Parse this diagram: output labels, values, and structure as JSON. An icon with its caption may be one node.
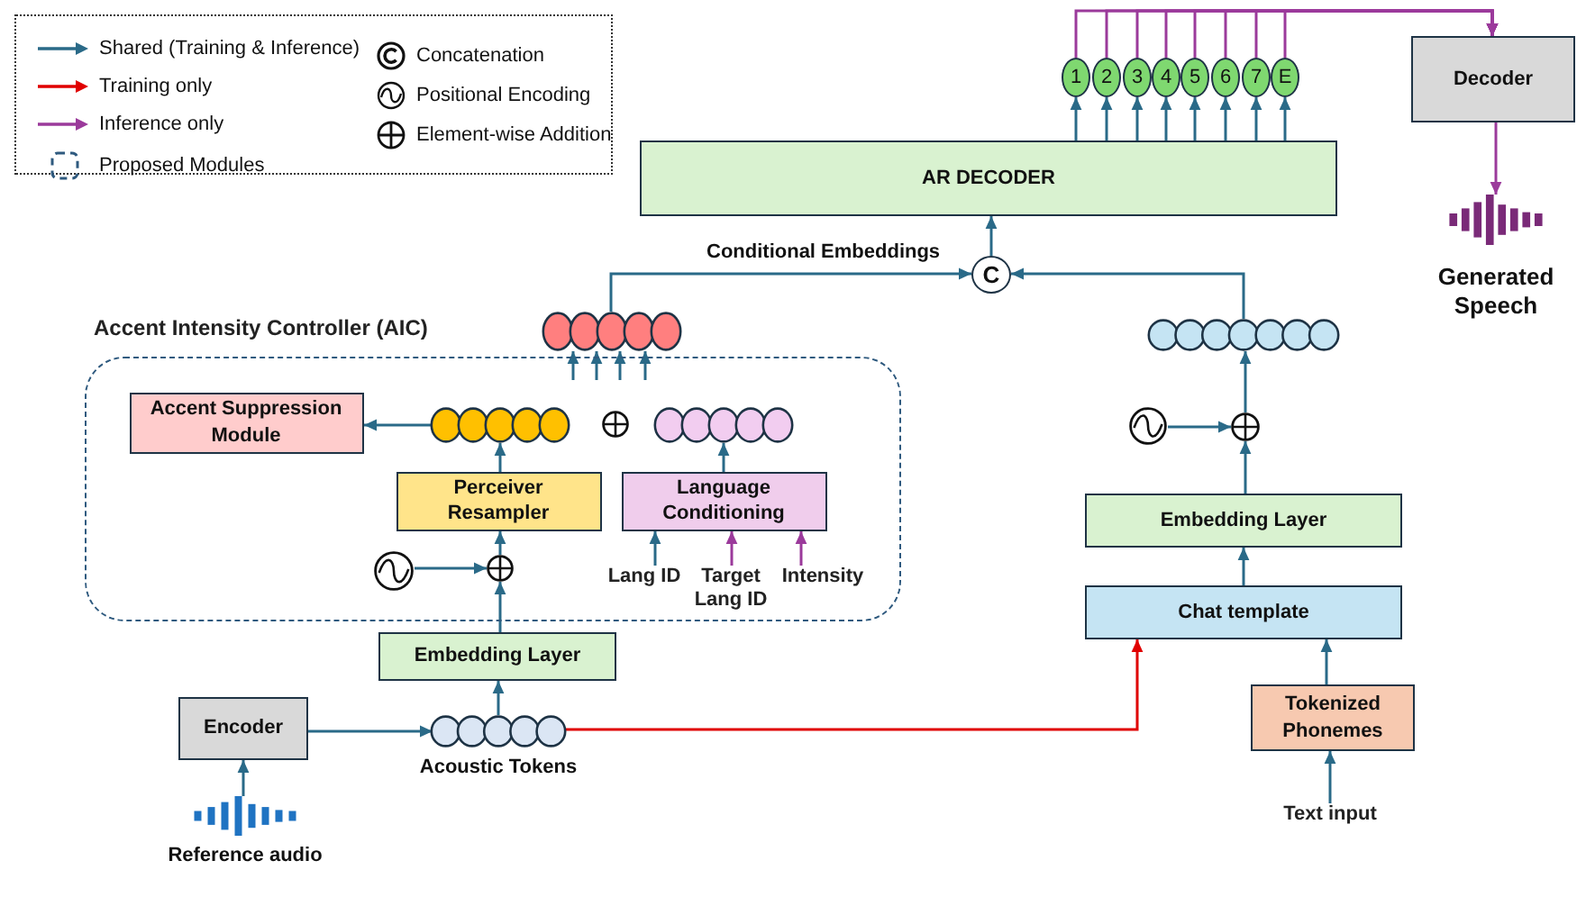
{
  "diagram": {
    "nodes": [
      {
        "text": [
          "AR DECODER"
        ]
      },
      {
        "text": [
          "1"
        ]
      },
      {
        "text": [
          "2"
        ]
      },
      {
        "text": [
          "3"
        ]
      },
      {
        "text": [
          "4"
        ]
      },
      {
        "text": [
          "5"
        ]
      },
      {
        "text": [
          "6"
        ]
      },
      {
        "text": [
          "7"
        ]
      },
      {
        "text": [
          "E"
        ]
      },
      {
        "text": [
          "Decoder"
        ]
      },
      {
        "text": [
          "Generated Speech"
        ]
      },
      {
        "text": [
          "C"
        ]
      },
      {
        "text": [],
        "shape": "ellipse"
      },
      {
        "text": [
          "Accent Intensity Controller (AIC)"
        ]
      },
      {
        "text": [
          "Accent Suppression Module"
        ],
        "in": 13
      },
      {
        "text": [],
        "shape": "ellipse",
        "in": 13
      },
      {
        "text": [],
        "shape": "circle",
        "in": 13
      },
      {
        "text": [],
        "shape": "ellipse",
        "in": 13
      },
      {
        "text": [
          "Perceiver Resampler"
        ],
        "in": 13
      },
      {
        "text": [
          "Language Conditioning"
        ],
        "in": 13
      },
      {
        "text": [],
        "shape": "circle",
        "in": 13
      },
      {
        "text": [],
        "shape": "circle",
        "in": 13
      },
      {
        "text": [
          "Lang ID"
        ],
        "in": 13
      },
      {
        "text": [
          "Target Lang ID"
        ],
        "in": 13
      },
      {
        "text": [
          "Intensity"
        ],
        "in": 13
      },
      {
        "text": [
          "Embedding Layer"
        ]
      },
      {
        "text": [
          "Encoder"
        ]
      },
      {
        "text": [],
        "shape": "ellipse",
        "beside": [
          "Acoustic Tokens"
        ]
      },
      {
        "text": [
          "Reference audio"
        ]
      },
      {
        "text": [],
        "shape": "ellipse"
      },
      {
        "text": [],
        "shape": "circle"
      },
      {
        "text": [],
        "shape": "circle"
      },
      {
        "text": [
          "Embedding Layer"
        ]
      },
      {
        "text": [
          "Chat template"
        ]
      },
      {
        "text": [
          "Tokenized Phonemes"
        ]
      },
      {
        "text": [
          "Text input"
        ]
      }
    ],
    "edges": [
      {
        "from": 0,
        "to": 1,
        "arrow": "to"
      },
      {
        "from": 0,
        "to": 2,
        "arrow": "to"
      },
      {
        "from": 0,
        "to": 3,
        "arrow": "to"
      },
      {
        "from": 0,
        "to": 4,
        "arrow": "to"
      },
      {
        "from": 0,
        "to": 5,
        "arrow": "to"
      },
      {
        "from": 0,
        "to": 6,
        "arrow": "to"
      },
      {
        "from": 0,
        "to": 7,
        "arrow": "to"
      },
      {
        "from": 0,
        "to": 8,
        "arrow": "to"
      },
      {
        "from": 1,
        "to": 9,
        "arrow": "to",
        "color": "#9b3a9b"
      },
      {
        "from": 2,
        "to": 9,
        "arrow": "to",
        "color": "#9b3a9b"
      },
      {
        "from": 3,
        "to": 9,
        "arrow": "to",
        "color": "#9b3a9b"
      },
      {
        "from": 4,
        "to": 9,
        "arrow": "to",
        "color": "#9b3a9b"
      },
      {
        "from": 5,
        "to": 9,
        "arrow": "to",
        "color": "#9b3a9b"
      },
      {
        "from": 6,
        "to": 9,
        "arrow": "to",
        "color": "#9b3a9b"
      },
      {
        "from": 7,
        "to": 9,
        "arrow": "to",
        "color": "#9b3a9b"
      },
      {
        "from": 8,
        "to": 9,
        "arrow": "to",
        "color": "#9b3a9b"
      },
      {
        "from": 9,
        "to": 10,
        "arrow": "to",
        "color": "#9b3a9b"
      },
      {
        "from": 11,
        "to": 0,
        "arrow": "to"
      },
      {
        "from": 12,
        "to": 11,
        "arrow": "to",
        "label": "Conditional Embeddings"
      },
      {
        "from": 29,
        "to": 11,
        "arrow": "to"
      },
      {
        "from": null,
        "to": 12,
        "arrow": "to"
      },
      {
        "from": null,
        "to": 12,
        "arrow": "to"
      },
      {
        "from": null,
        "to": 12,
        "arrow": "to"
      },
      {
        "from": null,
        "to": 12,
        "arrow": "to"
      },
      {
        "from": 15,
        "to": 14,
        "arrow": "to"
      },
      {
        "from": 18,
        "to": 15,
        "arrow": "to"
      },
      {
        "from": 19,
        "to": 17,
        "arrow": "to"
      },
      {
        "from": 20,
        "to": 21,
        "arrow": "to"
      },
      {
        "from": 21,
        "to": 18,
        "arrow": "to"
      },
      {
        "from": 22,
        "to": 19,
        "arrow": "to"
      },
      {
        "from": 23,
        "to": 19,
        "arrow": "to",
        "color": "#9b3a9b"
      },
      {
        "from": 24,
        "to": 19,
        "arrow": "to",
        "color": "#9b3a9b"
      },
      {
        "from": 25,
        "to": 21,
        "arrow": "to"
      },
      {
        "from": 26,
        "to": 27,
        "arrow": "to"
      },
      {
        "from": 27,
        "to": 25,
        "arrow": "to"
      },
      {
        "from": 27,
        "to": 33,
        "arrow": "to",
        "color": "#e00000"
      },
      {
        "from": 28,
        "to": 26,
        "arrow": "to"
      },
      {
        "from": 30,
        "to": 31,
        "arrow": "to"
      },
      {
        "from": 31,
        "to": 29,
        "arrow": "to"
      },
      {
        "from": 32,
        "to": 31,
        "arrow": "to"
      },
      {
        "from": 33,
        "to": 32,
        "arrow": "to"
      },
      {
        "from": 34,
        "to": 33,
        "arrow": "to"
      },
      {
        "from": 35,
        "to": 34,
        "arrow": "to"
      }
    ],
    "legend": [
      {
        "text": "Shared (Training & Inference)"
      },
      {
        "text": "Training only"
      },
      {
        "text": "Inference only"
      },
      {
        "text": "Proposed Modules"
      },
      {
        "text": "Concatenation"
      },
      {
        "text": "Positional Encoding"
      },
      {
        "text": "Element-wise Addition"
      }
    ]
  }
}
